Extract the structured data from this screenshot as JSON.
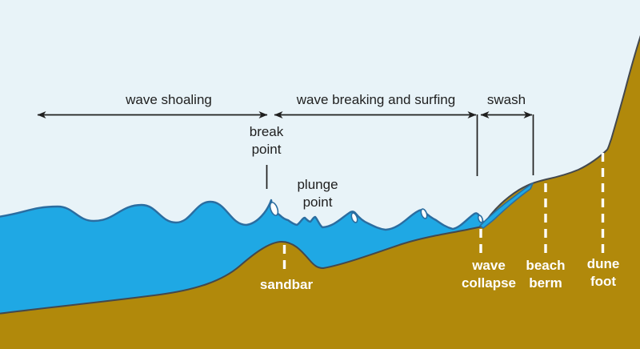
{
  "diagram": {
    "title": "beach wave zones cross-section",
    "zones": {
      "wave_shoaling": "wave shoaling",
      "wave_breaking": "wave breaking and surfing",
      "swash": "swash"
    },
    "points": {
      "break_point": "break\npoint",
      "plunge_point": "plunge\npoint"
    },
    "features": {
      "sandbar": "sandbar",
      "wave_collapse": "wave\ncollapse",
      "beach_berm": "beach\nberm",
      "dune_foot": "dune\nfoot"
    }
  },
  "colors": {
    "sky": "#e8f3f8",
    "water": "#1fa8e4",
    "water_outline": "#2b6da0",
    "foam": "#ffffff",
    "sand": "#b1890b",
    "sand_outline": "#43484e",
    "border": "#2f5574",
    "arrow": "#1f1f1f",
    "dashed_line": "#ffffff",
    "dark_label": "#1f1f1f",
    "light_label": "#ffffff"
  }
}
